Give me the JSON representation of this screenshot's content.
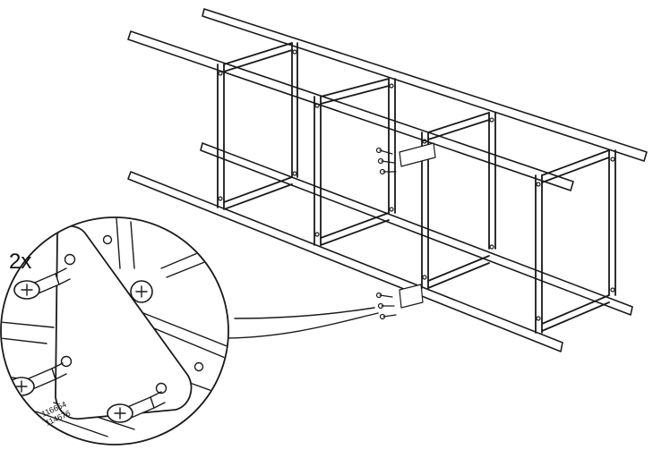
{
  "instruction": {
    "quantity_label": "2x",
    "part_numbers": [
      "116654",
      "114676"
    ]
  },
  "icons": {
    "frame": "shelf-frame-illustration",
    "bracket": "triangular-bracket",
    "screw": "phillips-screw-icon"
  }
}
